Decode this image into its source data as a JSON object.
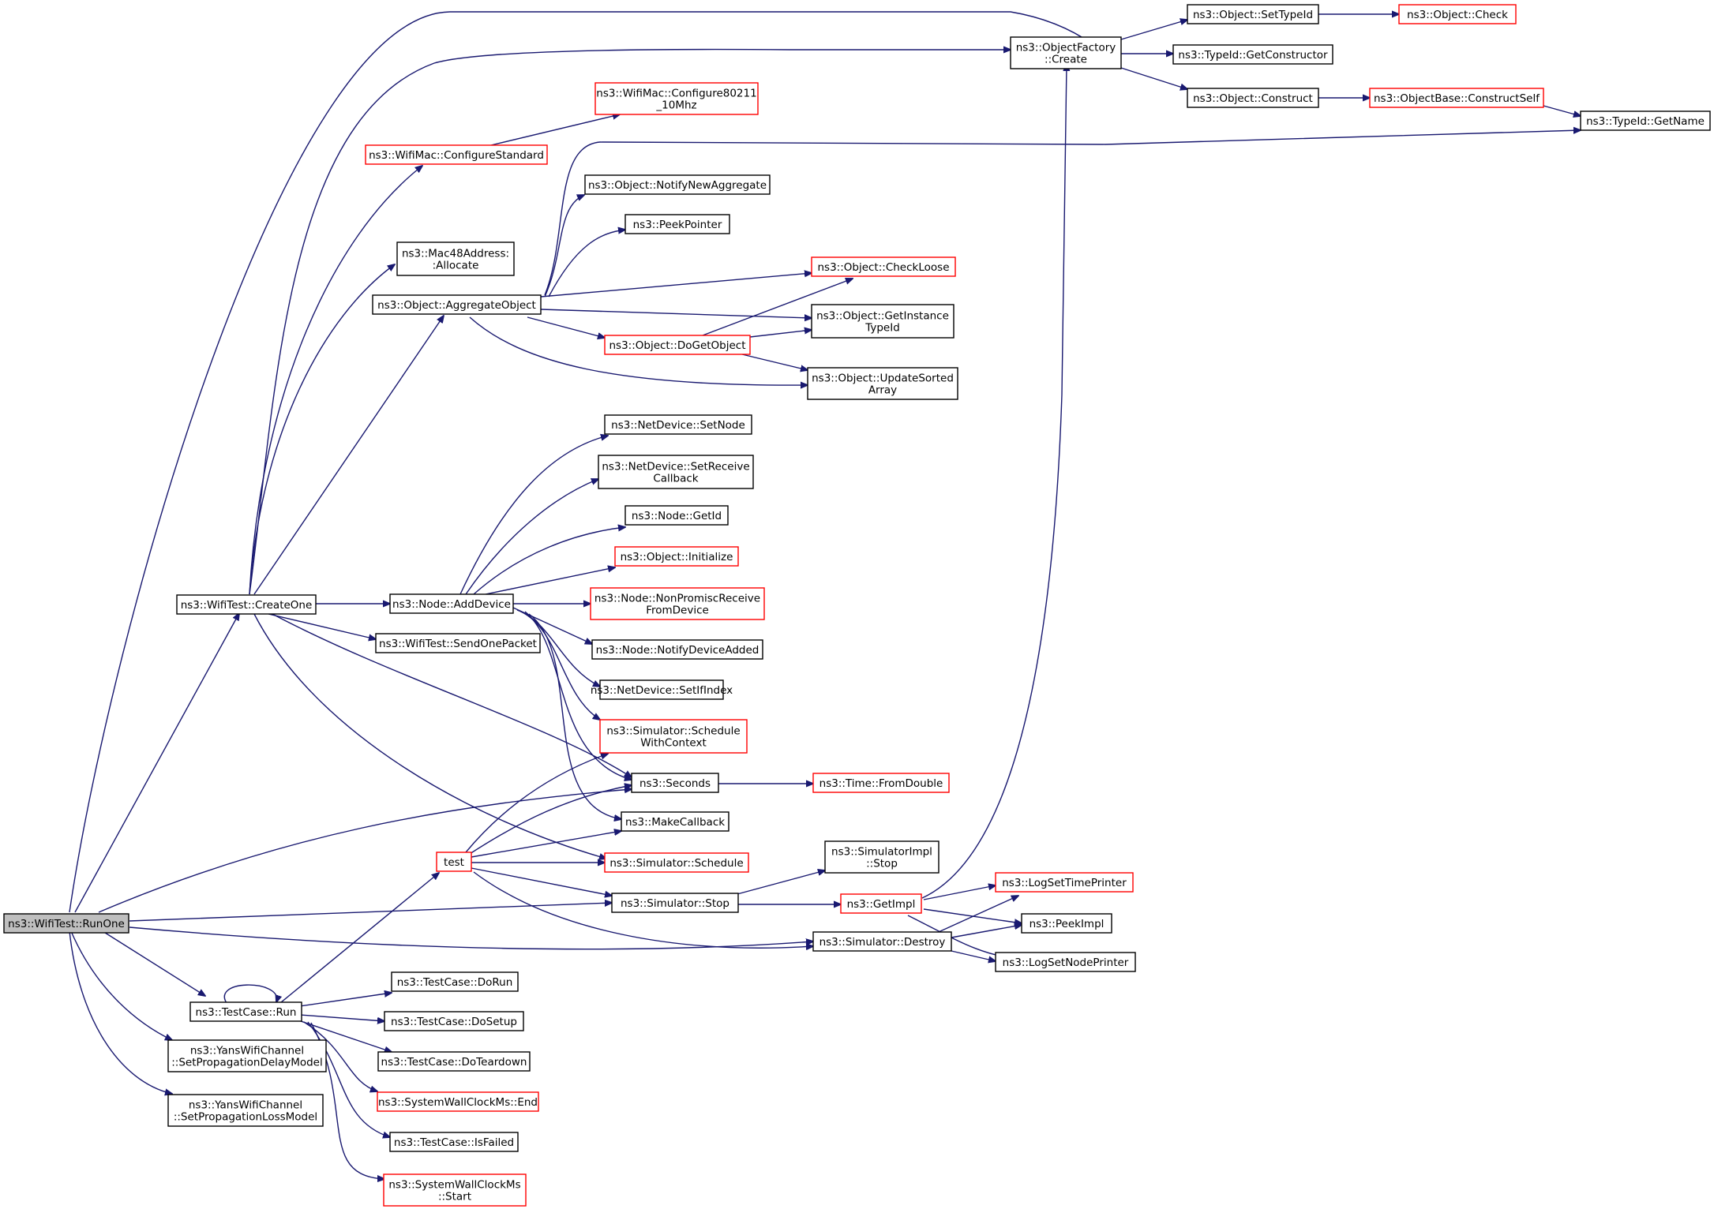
{
  "graph": {
    "nodes": {
      "runone": "ns3::WifiTest::RunOne",
      "createone": "ns3::WifiTest::CreateOne",
      "objectfactory_create": [
        "ns3::ObjectFactory",
        "::Create"
      ],
      "settypeid": "ns3::Object::SetTypeId",
      "check": "ns3::Object::Check",
      "getconstructor": "ns3::TypeId::GetConstructor",
      "construct": "ns3::Object::Construct",
      "constructself": "ns3::ObjectBase::ConstructSelf",
      "typeid_getname": "ns3::TypeId::GetName",
      "configure80211": [
        "ns3::WifiMac::Configure80211",
        "_10Mhz"
      ],
      "configurestandard": "ns3::WifiMac::ConfigureStandard",
      "notifynewaggregate": "ns3::Object::NotifyNewAggregate",
      "peekpointer": "ns3::PeekPointer",
      "allocate": [
        "ns3::Mac48Address:",
        ":Allocate"
      ],
      "aggregateobject": "ns3::Object::AggregateObject",
      "checkloose": "ns3::Object::CheckLoose",
      "getinstancetypeid": [
        "ns3::Object::GetInstance",
        "TypeId"
      ],
      "dogetobject": "ns3::Object::DoGetObject",
      "updatesortedarray": [
        "ns3::Object::UpdateSorted",
        "Array"
      ],
      "setnode": "ns3::NetDevice::SetNode",
      "setreceivecallback": [
        "ns3::NetDevice::SetReceive",
        "Callback"
      ],
      "getid": "ns3::Node::GetId",
      "initialize": "ns3::Object::Initialize",
      "adddevice": "ns3::Node::AddDevice",
      "nonpromisc": [
        "ns3::Node::NonPromiscReceive",
        "FromDevice"
      ],
      "sendonepacket": "ns3::WifiTest::SendOnePacket",
      "notifydeviceadded": "ns3::Node::NotifyDeviceAdded",
      "setifindex": "ns3::NetDevice::SetIfIndex",
      "schedulewithcontext": [
        "ns3::Simulator::Schedule",
        "WithContext"
      ],
      "seconds": "ns3::Seconds",
      "fromdouble": "ns3::Time::FromDouble",
      "makecallback": "ns3::MakeCallback",
      "schedule": "ns3::Simulator::Schedule",
      "test": "test",
      "simimpl_stop": [
        "ns3::SimulatorImpl",
        "::Stop"
      ],
      "logsettimeprinter": "ns3::LogSetTimePrinter",
      "simulator_stop": "ns3::Simulator::Stop",
      "getimpl": "ns3::GetImpl",
      "peekimpl": "ns3::PeekImpl",
      "destroy": "ns3::Simulator::Destroy",
      "logsetnodeprinter": "ns3::LogSetNodePrinter",
      "testcase_run": "ns3::TestCase::Run",
      "dorun": "ns3::TestCase::DoRun",
      "dosetup": "ns3::TestCase::DoSetup",
      "doteardown": "ns3::TestCase::DoTeardown",
      "setdelay": [
        "ns3::YansWifiChannel",
        "::SetPropagationDelayModel"
      ],
      "swc_end": "ns3::SystemWallClockMs::End",
      "isfailed": "ns3::TestCase::IsFailed",
      "setloss": [
        "ns3::YansWifiChannel",
        "::SetPropagationLossModel"
      ],
      "swc_start": [
        "ns3::SystemWallClockMs",
        "::Start"
      ]
    }
  },
  "colors": {
    "edge": "#191970",
    "border": "#000000",
    "incomplete_border": "#ff0000",
    "current_fill": "#bfbfbf"
  }
}
